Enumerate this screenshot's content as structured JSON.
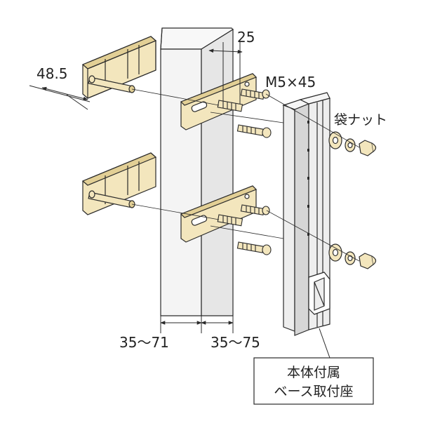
{
  "labels": {
    "top_width": "25",
    "depth": "48.5",
    "bolt": "M5×45",
    "cap_nut": "袋ナット",
    "post_range": "35～71",
    "bracket_range": "35～75",
    "base_line1": "本体付属",
    "base_line2": "ベース取付座"
  },
  "colors": {
    "line": "#2a2a2a",
    "bracket_fill": "#f3e6bd",
    "bracket_shade": "#e2cf95",
    "post_face": "#f4f4f4",
    "post_side": "#e6e6e6",
    "rail_fill": "#eeeeee",
    "rail_shade": "#d6d6d6"
  }
}
